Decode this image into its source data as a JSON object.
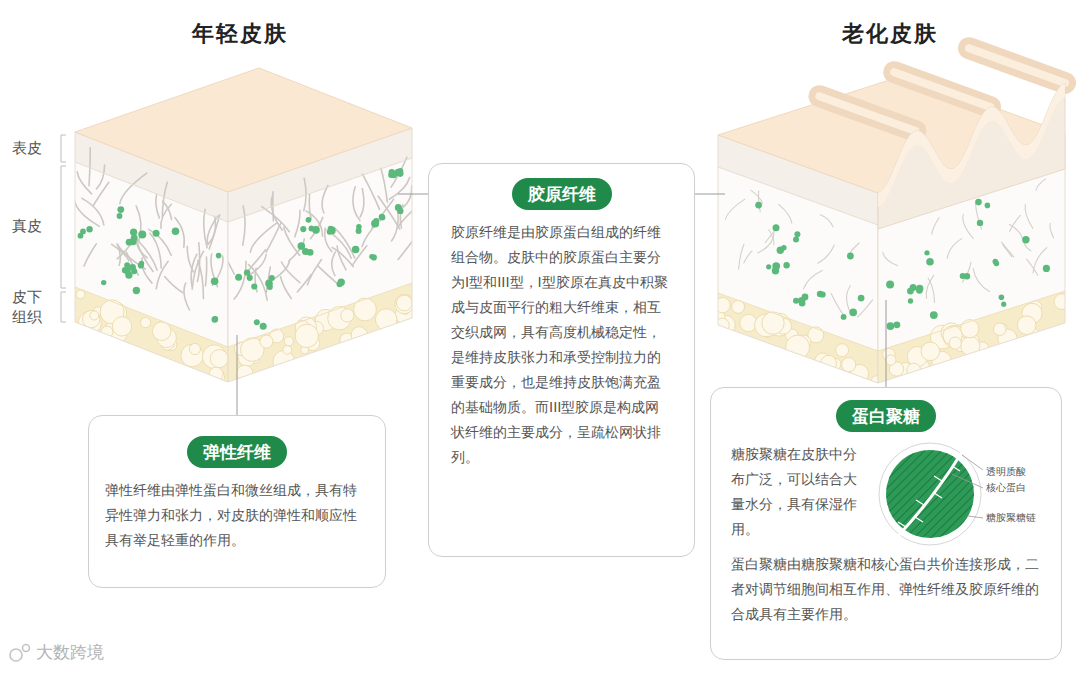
{
  "diagram": {
    "nodes": [
      {
        "text": [
          "胶原纤维",
          "胶原纤维是由胶原蛋白组成的纤维组合物。皮肤中的胶原蛋白主要分为I型和III型，I型胶原在真皮中积聚成与皮面平行的粗大纤维束，相互交织成网，具有高度机械稳定性，是维持皮肤张力和承受控制拉力的重要成分，也是维持皮肤饱满充盈的基础物质。而III型胶原是构成网状纤维的主要成分，呈疏松网状排列。"
        ]
      },
      {
        "text": [
          "弹性纤维",
          "弹性纤维由弹性蛋白和微丝组成，具有特异性弹力和张力，对皮肤的弹性和顺应性具有举足轻重的作用。"
        ]
      },
      {
        "text": [
          "蛋白聚糖",
          "糖胺聚糖在皮肤中分布广泛，可以结合大量水分，具有保湿作用。",
          "蛋白聚糖由糖胺聚糖和核心蛋白共价连接形成，二者对调节细胞间相互作用、弹性纤维及胶原纤维的合成具有主要作用。"
        ]
      }
    ],
    "labels": [
      "年轻皮肤",
      "老化皮肤",
      "表皮",
      "真皮",
      "皮下 组织",
      "透明质酸",
      "核心蛋白",
      "糖胺聚糖链",
      "大数跨境"
    ]
  }
}
